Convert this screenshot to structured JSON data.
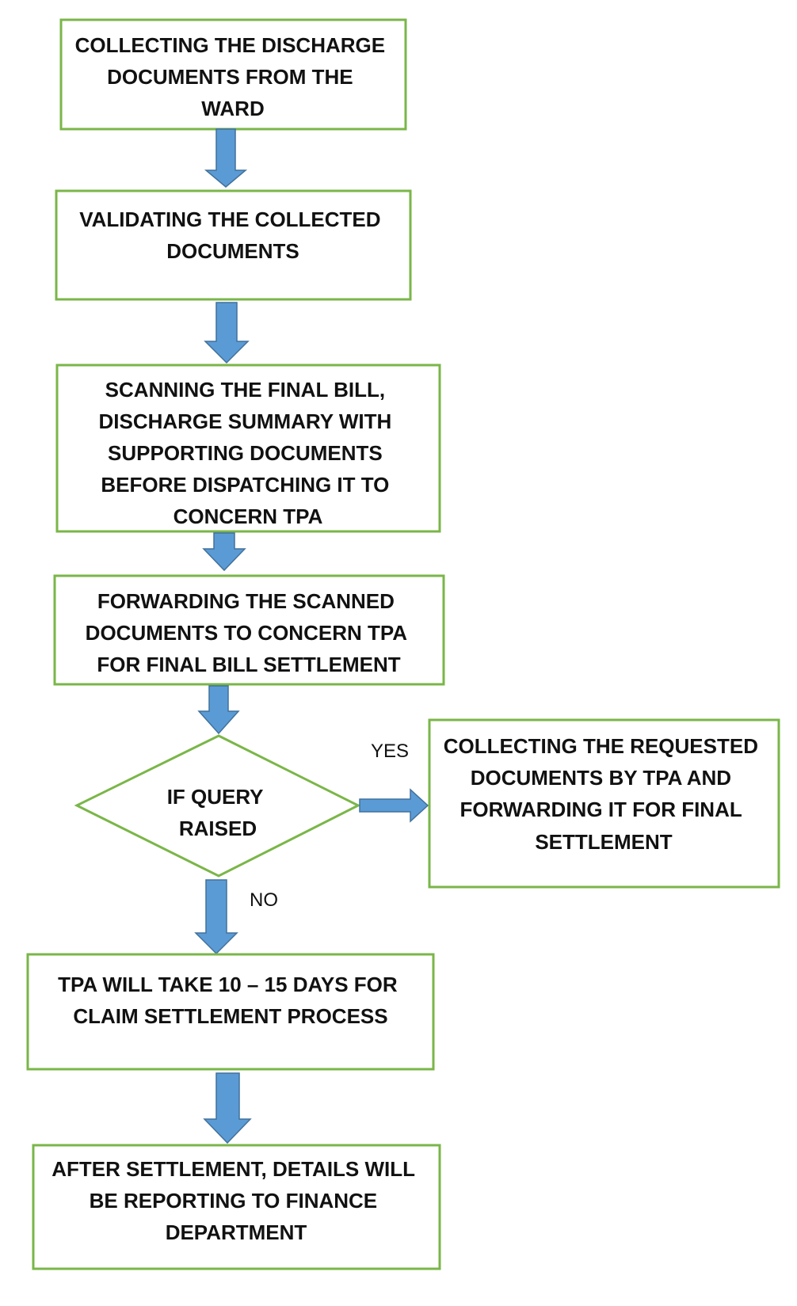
{
  "diagram": {
    "colors": {
      "box_border": "#7ab648",
      "arrow_fill": "#5b9bd5",
      "arrow_stroke": "#41719c",
      "text": "#111111"
    },
    "nodes": [
      {
        "id": "collect-discharge-documents",
        "shape": "rectangle",
        "lines": [
          "COLLECTING THE DISCHARGE",
          "DOCUMENTS FROM THE",
          "WARD"
        ]
      },
      {
        "id": "validate-documents",
        "shape": "rectangle",
        "lines": [
          "VALIDATING THE COLLECTED",
          "DOCUMENTS"
        ]
      },
      {
        "id": "scan-final-bill",
        "shape": "rectangle",
        "lines": [
          "SCANNING THE FINAL BILL,",
          "DISCHARGE SUMMARY WITH",
          "SUPPORTING DOCUMENTS",
          "BEFORE DISPATCHING IT TO",
          "CONCERN TPA"
        ]
      },
      {
        "id": "forward-scanned-documents",
        "shape": "rectangle",
        "lines": [
          "FORWARDING THE SCANNED",
          "DOCUMENTS TO CONCERN TPA",
          "FOR FINAL BILL SETTLEMENT"
        ]
      },
      {
        "id": "query-decision",
        "shape": "diamond",
        "lines": [
          "IF QUERY",
          "RAISED"
        ]
      },
      {
        "id": "collect-requested-documents",
        "shape": "rectangle",
        "lines": [
          "COLLECTING THE REQUESTED",
          "DOCUMENTS BY TPA AND",
          "FORWARDING IT FOR FINAL",
          "SETTLEMENT"
        ]
      },
      {
        "id": "tpa-settlement-time",
        "shape": "rectangle",
        "lines": [
          "TPA WILL TAKE 10 – 15 DAYS FOR",
          "CLAIM SETTLEMENT PROCESS"
        ]
      },
      {
        "id": "report-to-finance",
        "shape": "rectangle",
        "lines": [
          "AFTER SETTLEMENT, DETAILS WILL",
          "BE REPORTING TO FINANCE",
          "DEPARTMENT"
        ]
      }
    ],
    "edges": [
      {
        "from": "collect-discharge-documents",
        "to": "validate-documents",
        "label": ""
      },
      {
        "from": "validate-documents",
        "to": "scan-final-bill",
        "label": ""
      },
      {
        "from": "scan-final-bill",
        "to": "forward-scanned-documents",
        "label": ""
      },
      {
        "from": "forward-scanned-documents",
        "to": "query-decision",
        "label": ""
      },
      {
        "from": "query-decision",
        "to": "collect-requested-documents",
        "label": "YES"
      },
      {
        "from": "query-decision",
        "to": "tpa-settlement-time",
        "label": "NO"
      },
      {
        "from": "tpa-settlement-time",
        "to": "report-to-finance",
        "label": ""
      }
    ]
  }
}
